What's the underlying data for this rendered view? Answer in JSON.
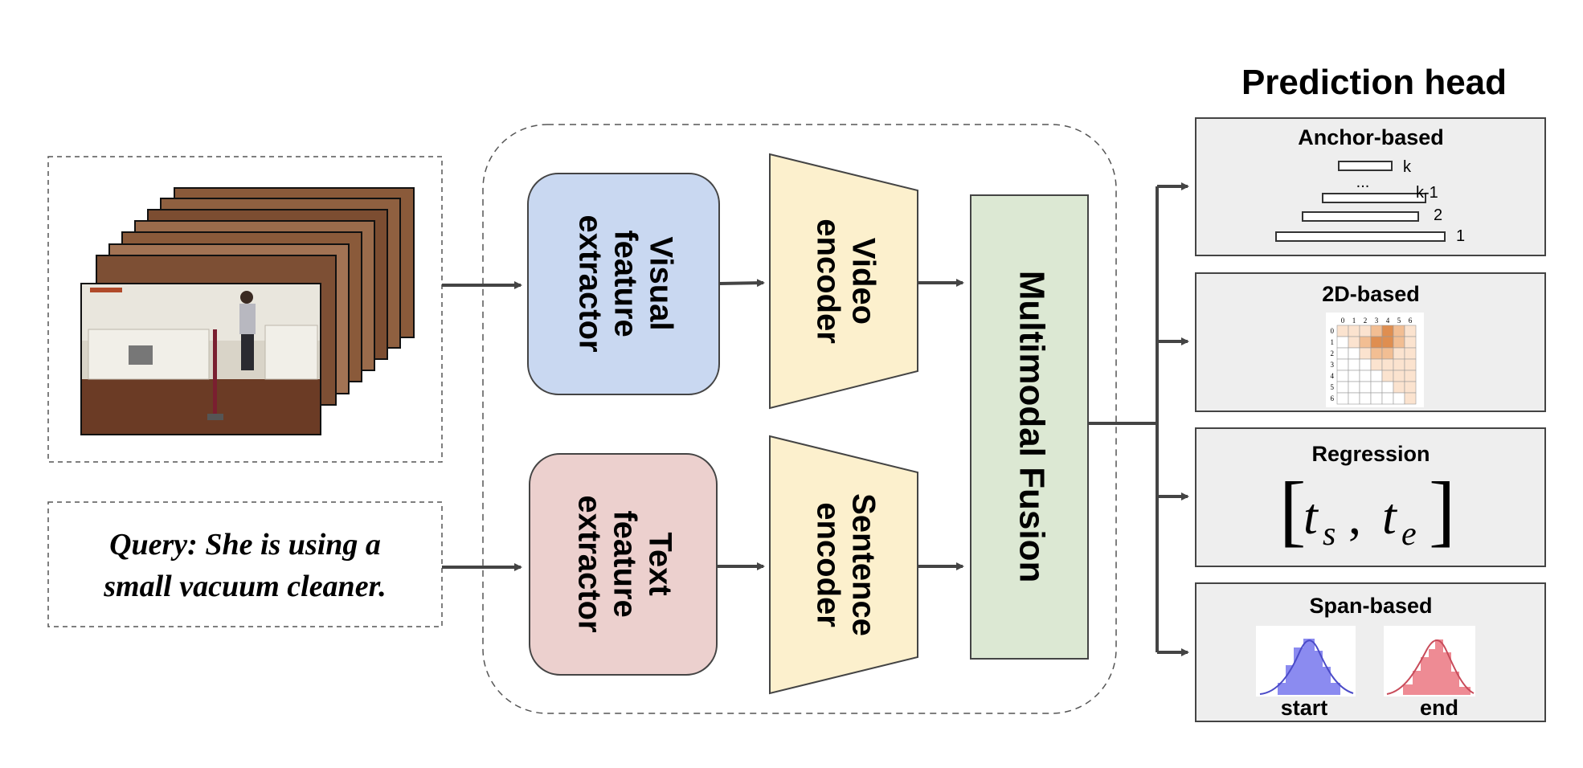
{
  "prediction_head": {
    "title": "Prediction head",
    "anchor": {
      "title": "Anchor-based",
      "labels": [
        "k",
        "...",
        "k-1",
        "2",
        "1"
      ]
    },
    "twod": {
      "title": "2D-based",
      "col_labels": [
        "0",
        "1",
        "2",
        "3",
        "4",
        "5",
        "6"
      ],
      "row_labels": [
        "0",
        "1",
        "2",
        "3",
        "4",
        "5",
        "6"
      ]
    },
    "regression": {
      "title": "Regression",
      "formula_open": "[",
      "formula_t": "t",
      "formula_s": "s",
      "formula_comma": ",",
      "formula_e": "e",
      "formula_close": "]"
    },
    "span": {
      "title": "Span-based",
      "start_label": "start",
      "end_label": "end"
    }
  },
  "query": {
    "line1": "Query: She is using a",
    "line2": "small vacuum cleaner."
  },
  "visual_extractor": {
    "line1": "Visual",
    "line2": "feature",
    "line3": "extractor"
  },
  "text_extractor": {
    "line1": "Text",
    "line2": "feature",
    "line3": "extractor"
  },
  "video_encoder": {
    "line1": "Video",
    "line2": "encoder"
  },
  "sentence_encoder": {
    "line1": "Sentence",
    "line2": "encoder"
  },
  "fusion": {
    "label": "Multimodal Fusion"
  },
  "colors": {
    "visual": "#c9d8f1",
    "text": "#ecd0ce",
    "encoder": "#fcf0cd",
    "fusion": "#dce8d3",
    "head_bg": "#eeeeee",
    "start_dist": "#8b8bf0",
    "end_dist": "#ee8b94",
    "heat_light": "#fbe3cf",
    "heat_mid": "#f2be93",
    "heat_dark": "#df8e50"
  }
}
